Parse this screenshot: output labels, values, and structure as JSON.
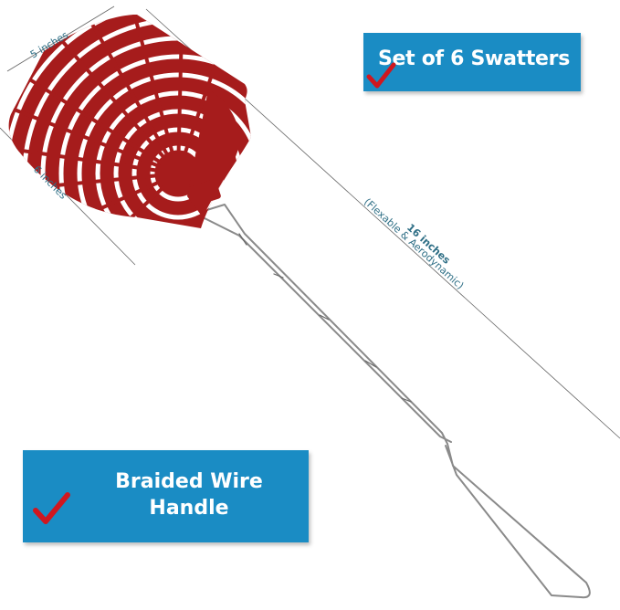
{
  "product": {
    "badge_top": "Set of 6 Swatters",
    "badge_bottom_line1": "Braided Wire",
    "badge_bottom_line2": "Handle"
  },
  "dimensions": {
    "width_label": "5 inches",
    "height_label": "6 inches",
    "length_label": "16 inches",
    "length_note": "(Flexable & Aerodynamic)"
  },
  "colors": {
    "swatter_red": "#a61c1c",
    "badge_blue": "#1a8cc4",
    "checkmark_red": "#d0171f",
    "dimension_text": "#2f6f86"
  },
  "icons": [
    "checkmark-icon"
  ]
}
